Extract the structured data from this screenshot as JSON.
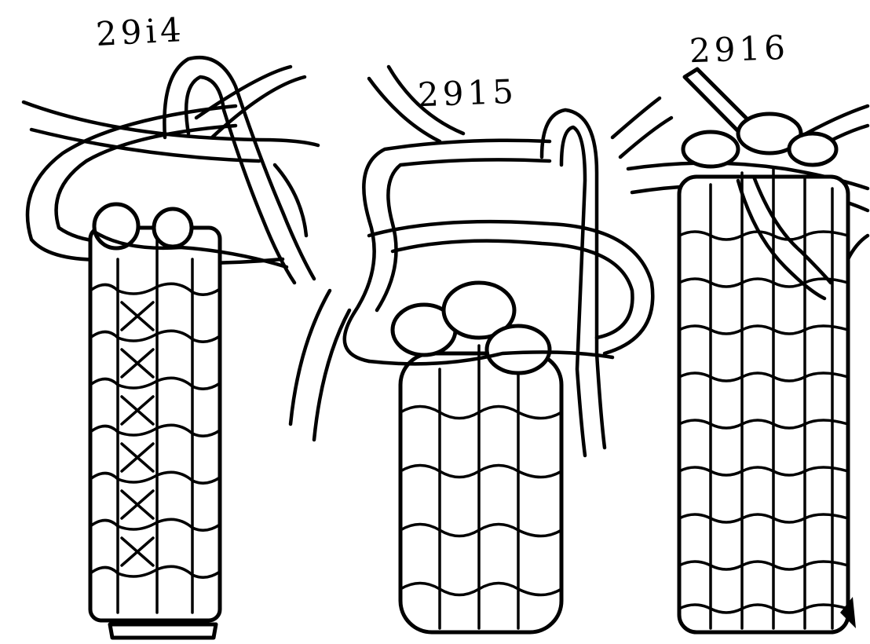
{
  "figures": [
    {
      "key": "a",
      "label": "29i4"
    },
    {
      "key": "b",
      "label": "2915"
    },
    {
      "key": "c",
      "label": "2916"
    }
  ],
  "colors": {
    "ink": "#000000",
    "paper": "#ffffff"
  }
}
